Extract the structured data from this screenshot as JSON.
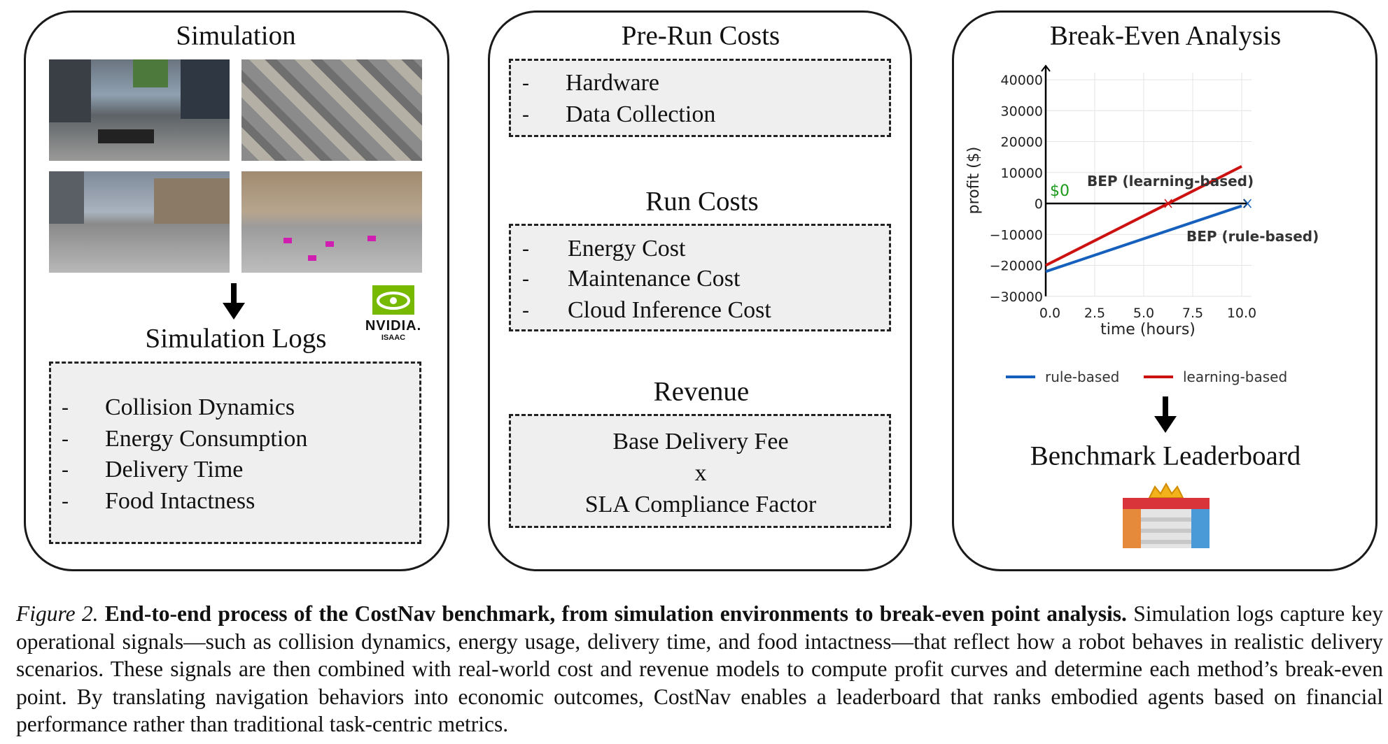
{
  "panels": {
    "simulation": {
      "title": "Simulation",
      "images": [
        "city-intersection-street-view",
        "city-aerial-view",
        "city-street-ground-view",
        "plaza-aerial-with-robots"
      ],
      "logs_title": "Simulation Logs",
      "logo": "NVIDIA ISAAC",
      "bullet": "-",
      "logs": [
        "Collision Dynamics",
        "Energy Consumption",
        "Delivery Time",
        "Food Intactness"
      ]
    },
    "costs": {
      "prerun_title": "Pre-Run Costs",
      "prerun_items": [
        "Hardware",
        "Data Collection"
      ],
      "run_title": "Run Costs",
      "run_items": [
        "Energy Cost",
        "Maintenance Cost",
        "Cloud Inference Cost"
      ],
      "revenue_title": "Revenue",
      "revenue_lines": [
        "Base Delivery Fee",
        "x",
        "SLA Compliance Factor"
      ]
    },
    "analysis": {
      "title": "Break-Even Analysis",
      "leaderboard_title": "Benchmark Leaderboard"
    }
  },
  "chart_data": {
    "type": "line",
    "xlabel": "time (hours)",
    "ylabel": "profit ($)",
    "xlim": [
      0,
      10.5
    ],
    "ylim": [
      -30000,
      40000
    ],
    "xticks": [
      "0.0",
      "2.5",
      "5.0",
      "7.5",
      "10.0"
    ],
    "xtick_values": [
      0,
      2.5,
      5,
      7.5,
      10
    ],
    "yticks": [
      "40000",
      "30000",
      "20000",
      "10000",
      "0",
      "−10000",
      "−20000",
      "−30000"
    ],
    "ytick_values": [
      40000,
      30000,
      20000,
      10000,
      0,
      -10000,
      -20000,
      -30000
    ],
    "grid": true,
    "zero_label": "$0",
    "legend_position": "bottom",
    "series": [
      {
        "name": "rule-based",
        "color": "#1560bd",
        "x": [
          0,
          10
        ],
        "y": [
          -22000,
          -800
        ],
        "bep_label": "BEP (rule-based)",
        "bep_x": 10.3
      },
      {
        "name": "learning-based",
        "color": "#cc1111",
        "x": [
          0,
          10
        ],
        "y": [
          -20000,
          12000
        ],
        "bep_label": "BEP (learning-based)",
        "bep_x": 6.25
      }
    ]
  },
  "caption": {
    "label": "Figure 2.",
    "bold": "End-to-end process of the CostNav benchmark, from simulation environments to break-even point analysis.",
    "text": "Simulation logs capture key operational signals—such as collision dynamics, energy usage, delivery time, and food intactness—that reflect how a robot behaves in realistic delivery scenarios. These signals are then combined with real-world cost and revenue models to compute profit curves and determine each method’s break-even point. By translating navigation behaviors into economic outcomes, CostNav enables a leaderboard that ranks embodied agents based on financial performance rather than traditional task-centric metrics."
  }
}
